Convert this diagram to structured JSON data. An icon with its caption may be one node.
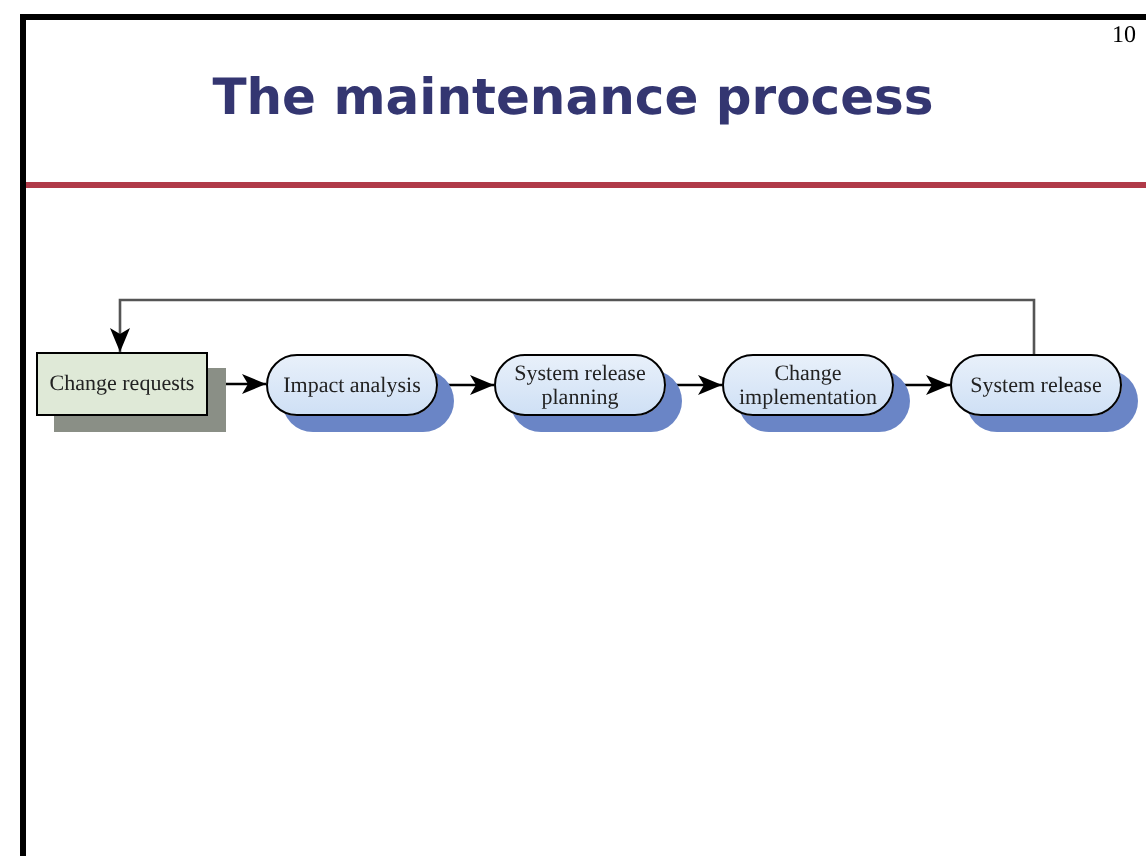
{
  "diagram": {
    "title": "The maintenance process",
    "nodes": [
      {
        "text": [
          "Change requests"
        ]
      },
      {
        "text": [
          "Impact analysis"
        ]
      },
      {
        "text": [
          "System release planning"
        ]
      },
      {
        "text": [
          "Change implementation"
        ]
      },
      {
        "text": [
          "System release"
        ]
      }
    ],
    "edges": [
      {
        "from": 0,
        "to": 1,
        "arrow": "to"
      },
      {
        "from": 1,
        "to": 2,
        "arrow": "to"
      },
      {
        "from": 2,
        "to": 3,
        "arrow": "to"
      },
      {
        "from": 3,
        "to": 4,
        "arrow": "to"
      },
      {
        "from": 4,
        "to": 0,
        "arrow": "to"
      }
    ],
    "labels": [
      "10"
    ]
  }
}
